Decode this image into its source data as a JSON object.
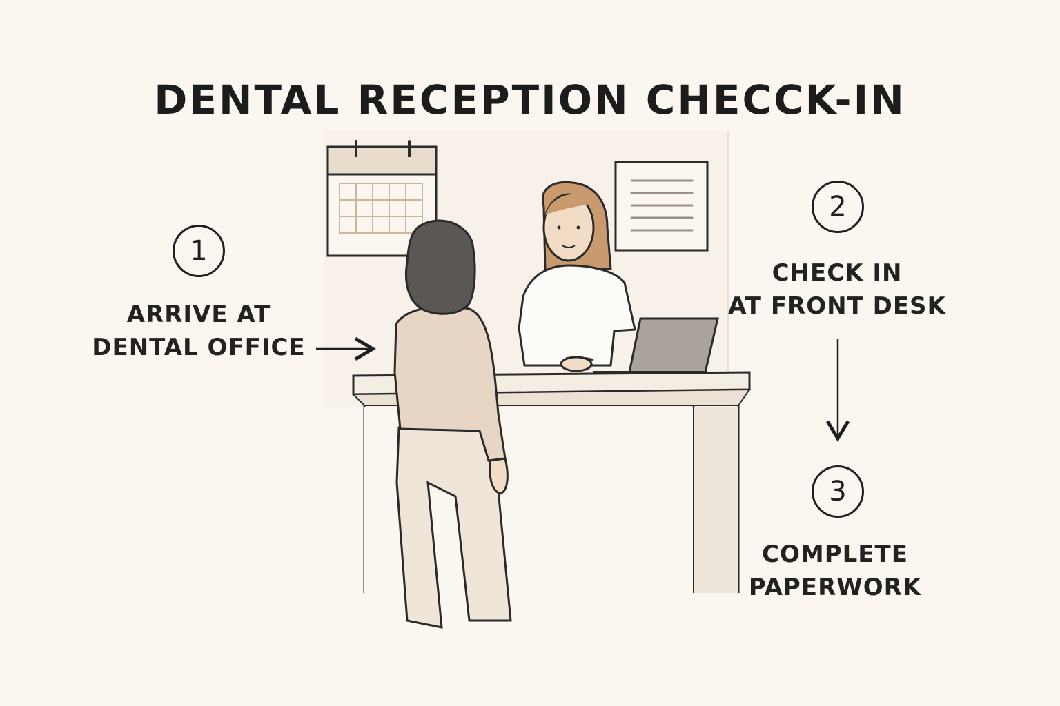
{
  "title": "DENTAL RECEPTION CHECCK-IN",
  "steps": [
    {
      "number": "1",
      "lines": [
        "ARRIVE AT",
        "DENTAL OFFICE"
      ]
    },
    {
      "number": "2",
      "lines": [
        "CHECK IN",
        "AT FRONT DESK"
      ]
    },
    {
      "number": "3",
      "lines": [
        "COMPLETE",
        "PAPERWORK"
      ]
    }
  ],
  "colors": {
    "background": "#fbf6f0",
    "line": "#1f1f1f",
    "desk": "#f4ede3",
    "patient_top": "#e6d6c3",
    "patient_pants": "#efe6d9",
    "receptionist_hair": "#c99a6e",
    "patient_hair": "#5a5755",
    "laptop": "#a9a39c",
    "skin": "#f3dcc6"
  }
}
